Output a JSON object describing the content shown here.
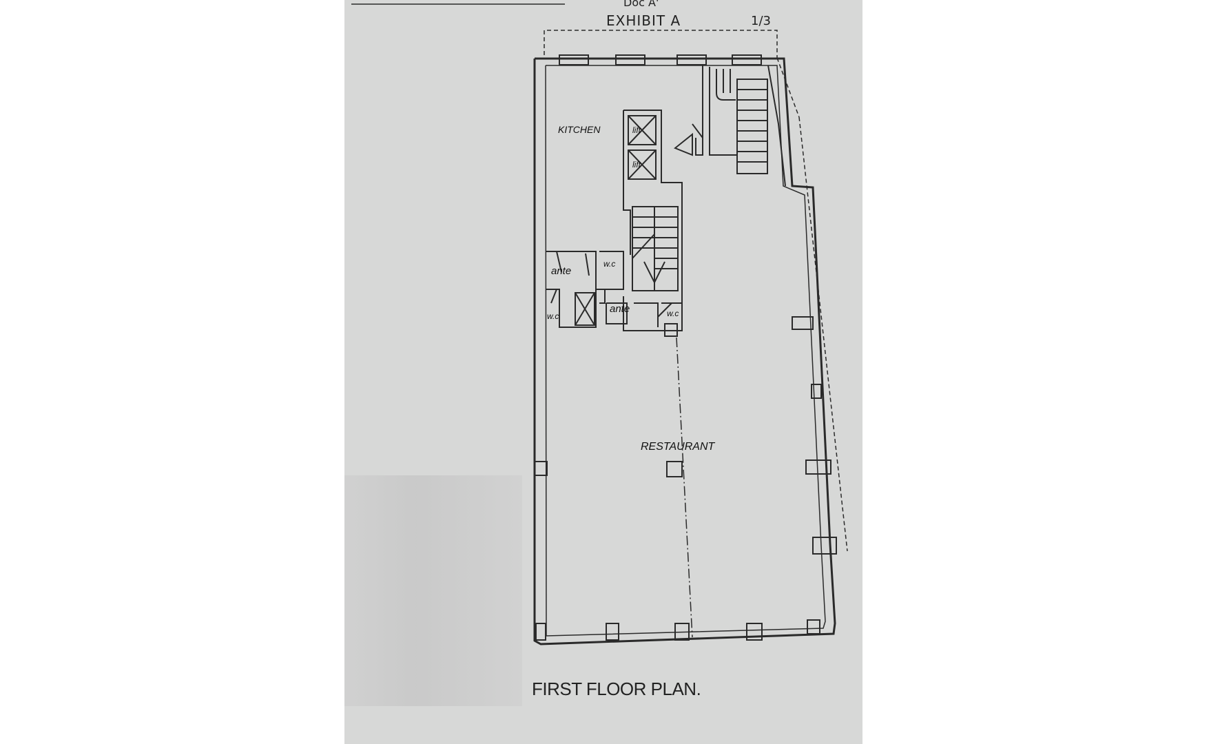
{
  "header": {
    "doc_ref": "Doc A'",
    "exhibit": "EXHIBIT A",
    "page": "1/3"
  },
  "rooms": {
    "kitchen": "KITCHEN",
    "lift1": "lift",
    "lift2": "lift",
    "ante1": "ante",
    "wc1": "w.c",
    "wc2": "w.c",
    "ante2": "ante",
    "wc3": "w.c",
    "restaurant": "RESTAURANT"
  },
  "title": "FIRST FLOOR PLAN."
}
